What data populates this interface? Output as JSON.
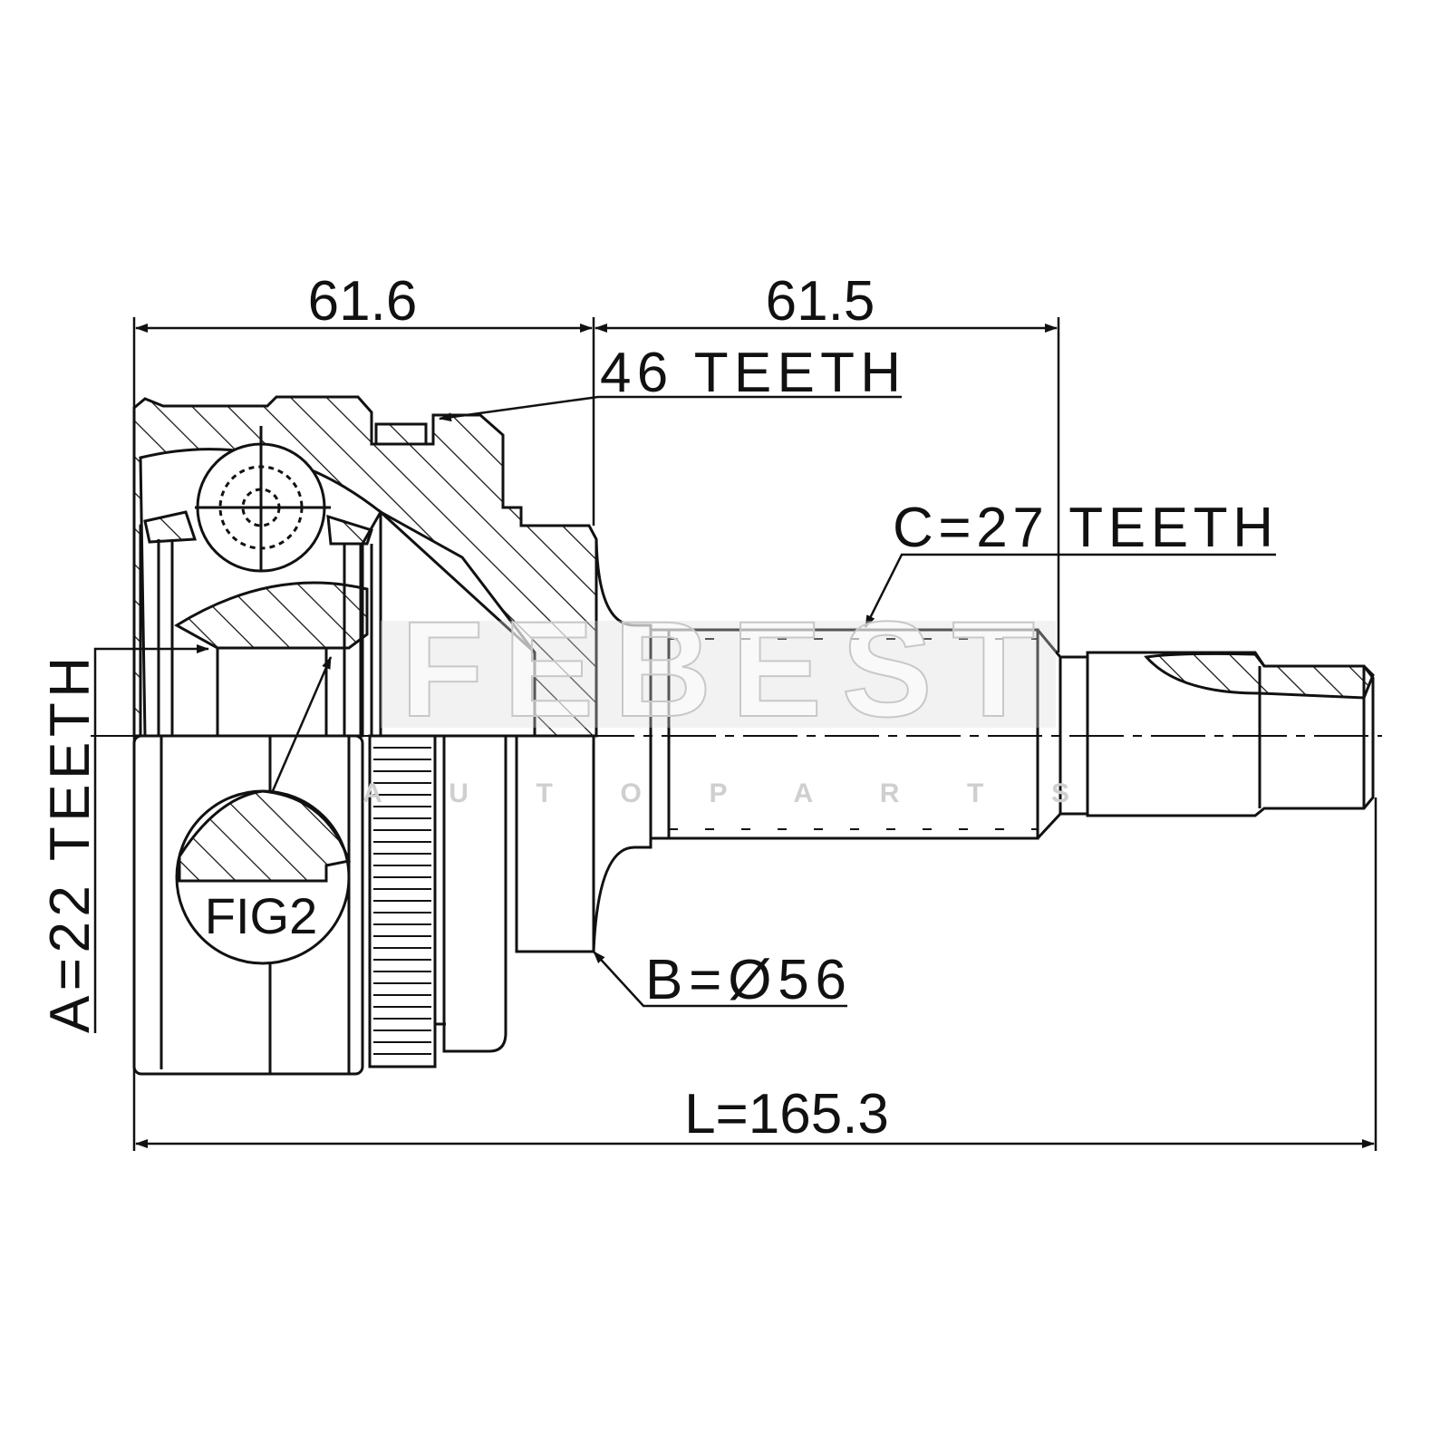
{
  "watermark": {
    "brand": "FEBEST",
    "subtitle": "A U T O   P A R T S"
  },
  "dimensions": {
    "housing_length": "61.6",
    "shaft_length": "61.5",
    "total_length": "L=165.3",
    "abs_teeth": "46 TEETH",
    "outer_spline": "C=27 TEETH",
    "inner_spline": "A=22 TEETH",
    "seal_diameter": "B=Ø56"
  },
  "detail_label": "FIG2",
  "colors": {
    "line": "#111111",
    "watermark": "#d9d9d9"
  }
}
